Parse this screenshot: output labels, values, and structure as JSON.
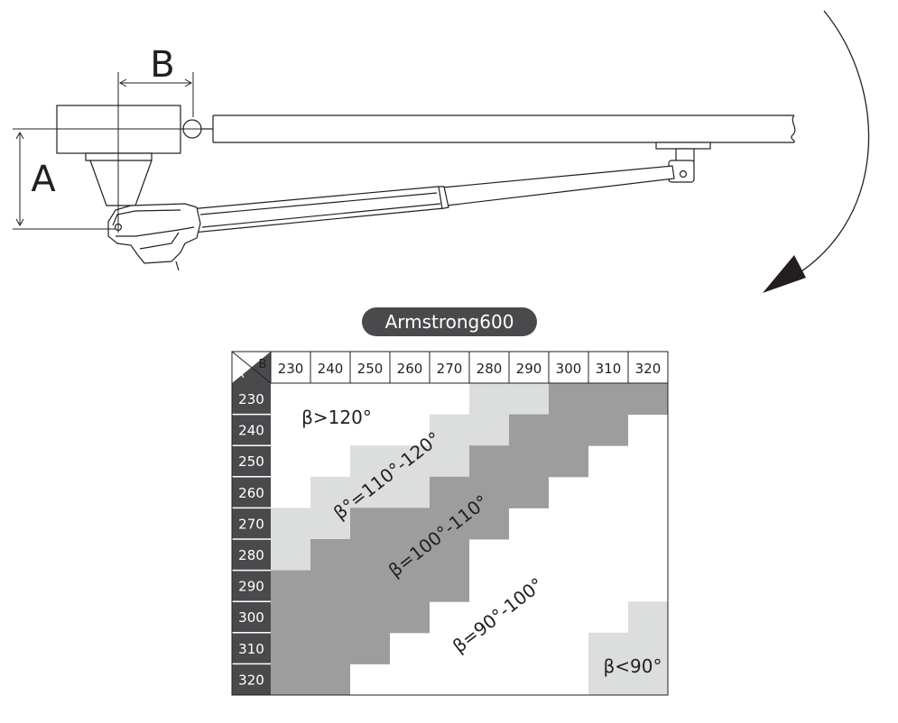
{
  "diagram": {
    "label_a": "A",
    "label_b": "B"
  },
  "product_badge": "Armstrong600",
  "table": {
    "corner_a": "A",
    "corner_b": "B",
    "columns": [
      "230",
      "240",
      "250",
      "260",
      "270",
      "280",
      "290",
      "300",
      "310",
      "320"
    ],
    "rows": [
      "230",
      "240",
      "250",
      "260",
      "270",
      "280",
      "290",
      "300",
      "310",
      "320"
    ],
    "zones": [
      {
        "label": "β>120°",
        "color": "#ffffff"
      },
      {
        "label": "β°=110°-120°",
        "color": "#dcdddd"
      },
      {
        "label": "β=100°-110°",
        "color": "#9d9d9d"
      },
      {
        "label": "β=90°-100°",
        "color": "#ffffff"
      },
      {
        "label": "β<90°",
        "color": "#dcdddd"
      }
    ]
  },
  "colors": {
    "header_row_bg": "#4a4a4d",
    "line": "#231f20",
    "light_zone": "#dcdddd",
    "dark_zone": "#9d9d9d"
  }
}
